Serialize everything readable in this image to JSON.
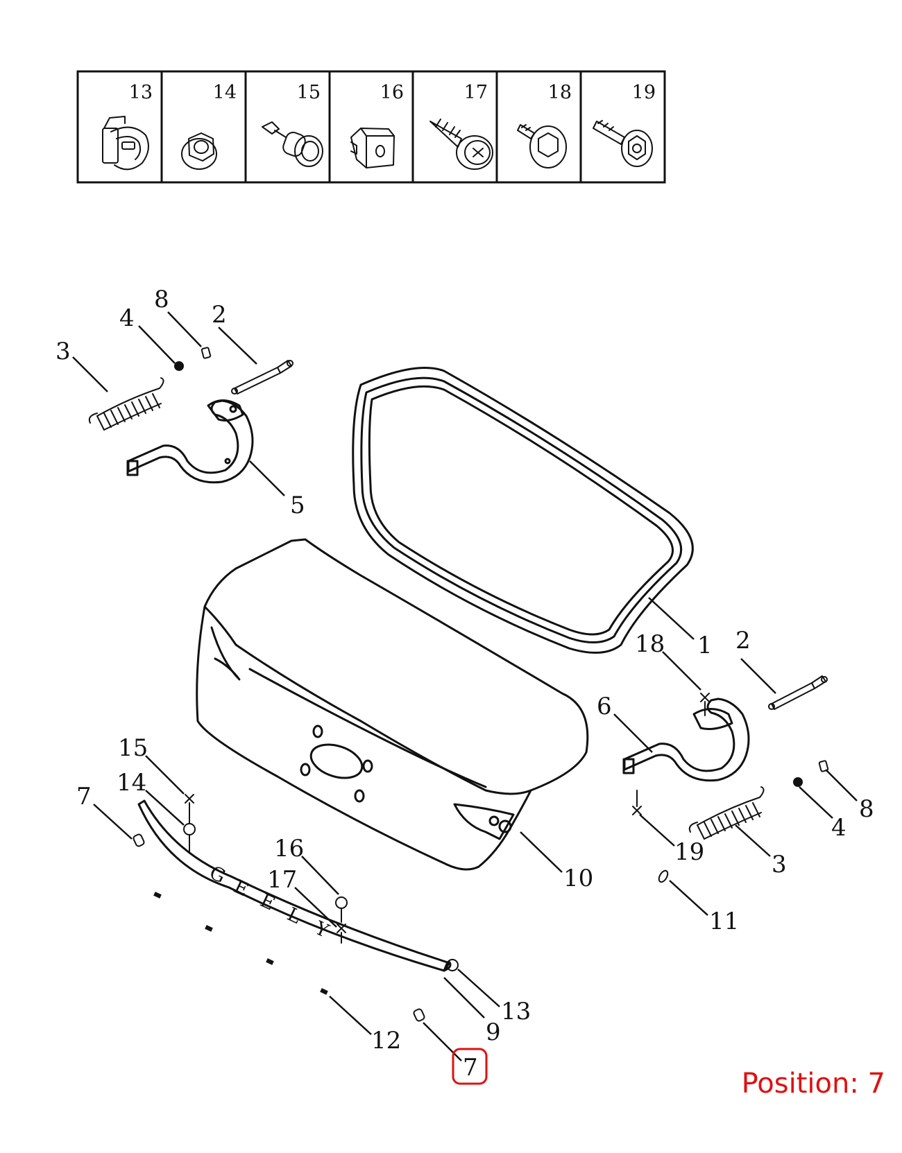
{
  "fastener_table": {
    "cells": [
      {
        "number": "13",
        "icon": "clip-icon"
      },
      {
        "number": "14",
        "icon": "hex-nut-icon"
      },
      {
        "number": "15",
        "icon": "plug-pin-icon"
      },
      {
        "number": "16",
        "icon": "grommet-icon"
      },
      {
        "number": "17",
        "icon": "tapping-screw-icon"
      },
      {
        "number": "18",
        "icon": "hex-bolt-washer-icon"
      },
      {
        "number": "19",
        "icon": "flange-bolt-icon"
      }
    ]
  },
  "callouts": [
    {
      "id": "c8a",
      "label": "8"
    },
    {
      "id": "c4a",
      "label": "4"
    },
    {
      "id": "c2a",
      "label": "2"
    },
    {
      "id": "c3a",
      "label": "3"
    },
    {
      "id": "c5",
      "label": "5"
    },
    {
      "id": "c1",
      "label": "1"
    },
    {
      "id": "c2b",
      "label": "2"
    },
    {
      "id": "c18",
      "label": "18"
    },
    {
      "id": "c6",
      "label": "6"
    },
    {
      "id": "c8b",
      "label": "8"
    },
    {
      "id": "c4b",
      "label": "4"
    },
    {
      "id": "c19",
      "label": "19"
    },
    {
      "id": "c3b",
      "label": "3"
    },
    {
      "id": "c11",
      "label": "11"
    },
    {
      "id": "c10",
      "label": "10"
    },
    {
      "id": "c15",
      "label": "15"
    },
    {
      "id": "c14",
      "label": "14"
    },
    {
      "id": "c7a",
      "label": "7"
    },
    {
      "id": "c16",
      "label": "16"
    },
    {
      "id": "c17",
      "label": "17"
    },
    {
      "id": "c13",
      "label": "13"
    },
    {
      "id": "c9",
      "label": "9"
    },
    {
      "id": "c12",
      "label": "12"
    },
    {
      "id": "c7b",
      "label": "7"
    }
  ],
  "garnish_letters": [
    "G",
    "E",
    "E",
    "L",
    "Y"
  ],
  "selected_position": {
    "label": "Position: 7",
    "highlight_color": "#e01010"
  }
}
